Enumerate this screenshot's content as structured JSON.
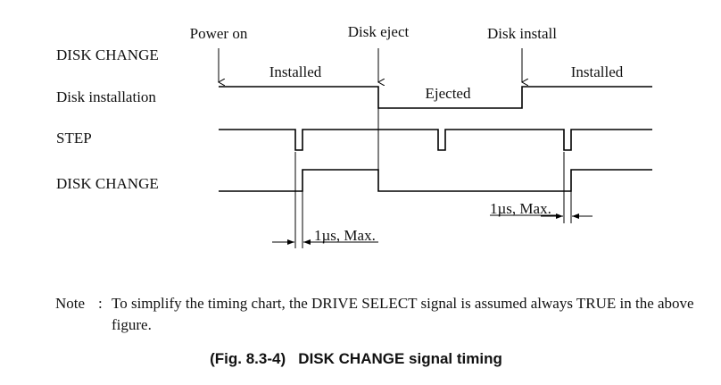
{
  "diagram": {
    "events": {
      "power_on": "Power on",
      "disk_eject": "Disk eject",
      "disk_install": "Disk install"
    },
    "header_label": "DISK CHANGE",
    "signals": {
      "disk_installation": "Disk installation",
      "step": "STEP",
      "disk_change": "DISK CHANGE"
    },
    "states": {
      "installed_1": "Installed",
      "ejected": "Ejected",
      "installed_2": "Installed"
    },
    "timing": {
      "delay_1": "1µs, Max.",
      "delay_2": "1µs, Max."
    }
  },
  "note": {
    "label": "Note",
    "colon": ":",
    "text": "To simplify the timing chart, the DRIVE SELECT signal is assumed always TRUE in the above figure."
  },
  "caption": "(Fig. 8.3-4)   DISK CHANGE signal timing"
}
